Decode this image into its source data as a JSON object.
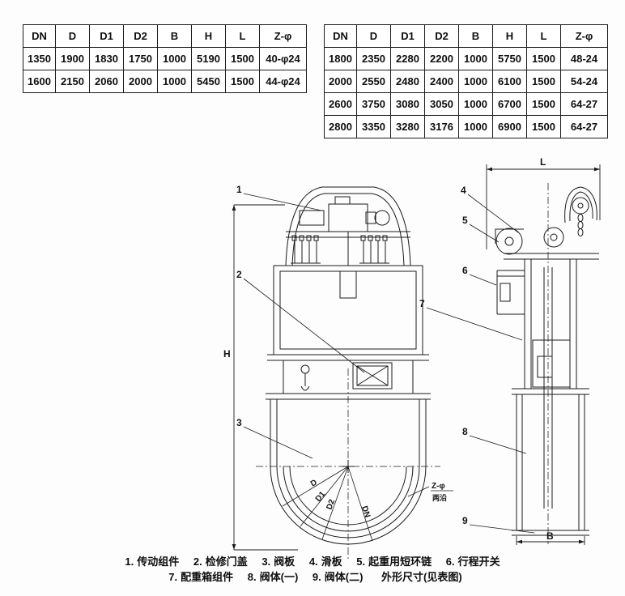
{
  "tables": {
    "left": {
      "headers": [
        "DN",
        "D",
        "D1",
        "D2",
        "B",
        "H",
        "L",
        "Z-φ"
      ],
      "rows": [
        [
          "1350",
          "1900",
          "1830",
          "1750",
          "1000",
          "5190",
          "1500",
          "40-φ24"
        ],
        [
          "1600",
          "2150",
          "2060",
          "2000",
          "1000",
          "5450",
          "1500",
          "44-φ24"
        ]
      ]
    },
    "right": {
      "headers": [
        "DN",
        "D",
        "D1",
        "D2",
        "B",
        "H",
        "L",
        "Z-φ"
      ],
      "rows": [
        [
          "1800",
          "2350",
          "2280",
          "2200",
          "1000",
          "5750",
          "1500",
          "48-24"
        ],
        [
          "2000",
          "2550",
          "2480",
          "2400",
          "1000",
          "6100",
          "1500",
          "54-24"
        ],
        [
          "2600",
          "3750",
          "3080",
          "3050",
          "1000",
          "6700",
          "1500",
          "64-27"
        ],
        [
          "2800",
          "3350",
          "3280",
          "3176",
          "1000",
          "6900",
          "1500",
          "64-27"
        ]
      ]
    }
  },
  "drawing": {
    "callouts": {
      "c1": "1",
      "c2": "2",
      "c3": "3",
      "c4": "4",
      "c5": "5",
      "c6": "6",
      "c7": "7",
      "c8": "8",
      "c9": "9"
    },
    "dims": {
      "h": "H",
      "l": "L",
      "b": "B",
      "z": "Z-φ",
      "z_note": "两沿",
      "d": "D",
      "d1": "D1",
      "d2": "D2",
      "dn": "DN"
    }
  },
  "legend": {
    "items": [
      {
        "num": "1.",
        "label": "传动组件"
      },
      {
        "num": "2.",
        "label": "检修门盖"
      },
      {
        "num": "3.",
        "label": "阀板"
      },
      {
        "num": "4.",
        "label": "滑板"
      },
      {
        "num": "5.",
        "label": "起重用短环链"
      },
      {
        "num": "6.",
        "label": "行程开关"
      },
      {
        "num": "7.",
        "label": "配重箱组件"
      },
      {
        "num": "8.",
        "label": "阀体(一)"
      },
      {
        "num": "9.",
        "label": "阀体(二)"
      }
    ],
    "note": "外形尺寸(见表图)"
  }
}
